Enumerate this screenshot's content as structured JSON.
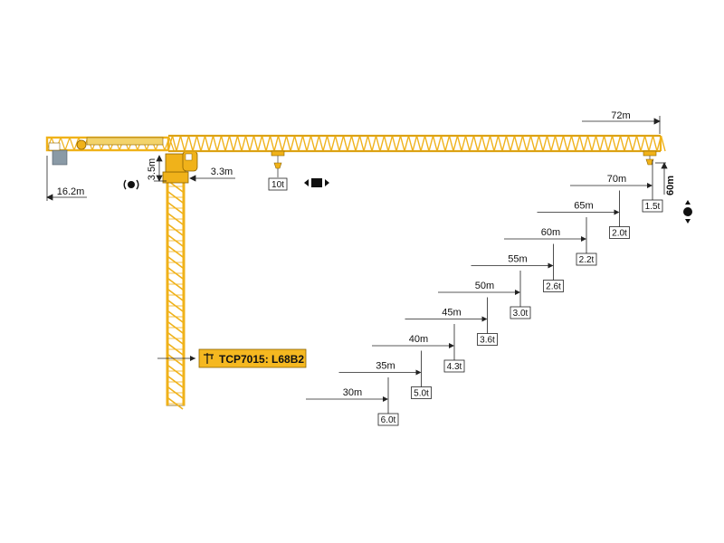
{
  "colors": {
    "steel": "#f0b21a",
    "steel_edge": "#8a6200",
    "line": "#222222",
    "label_fill": "#f5b820",
    "ballast": "#8a9aa6"
  },
  "dimensions": {
    "max_jib": "72m",
    "counter_jib": "16.2m",
    "top_height": "3.5m",
    "offset": "3.3m",
    "hook_height": "60m",
    "max_load": "10t"
  },
  "model": {
    "code": "TCP7015: L68B2",
    "icon": "tower-crane-icon"
  },
  "icons": {
    "slew": "slewing-icon",
    "trolley": "trolley-travel-icon",
    "hoist": "hoisting-icon"
  },
  "load_chart": [
    {
      "radius": "30m",
      "load": "6.0t"
    },
    {
      "radius": "35m",
      "load": "5.0t"
    },
    {
      "radius": "40m",
      "load": "4.3t"
    },
    {
      "radius": "45m",
      "load": "3.6t"
    },
    {
      "radius": "50m",
      "load": "3.0t"
    },
    {
      "radius": "55m",
      "load": "2.6t"
    },
    {
      "radius": "60m",
      "load": "2.2t"
    },
    {
      "radius": "65m",
      "load": "2.0t"
    },
    {
      "radius": "70m",
      "load": "1.5t"
    }
  ]
}
